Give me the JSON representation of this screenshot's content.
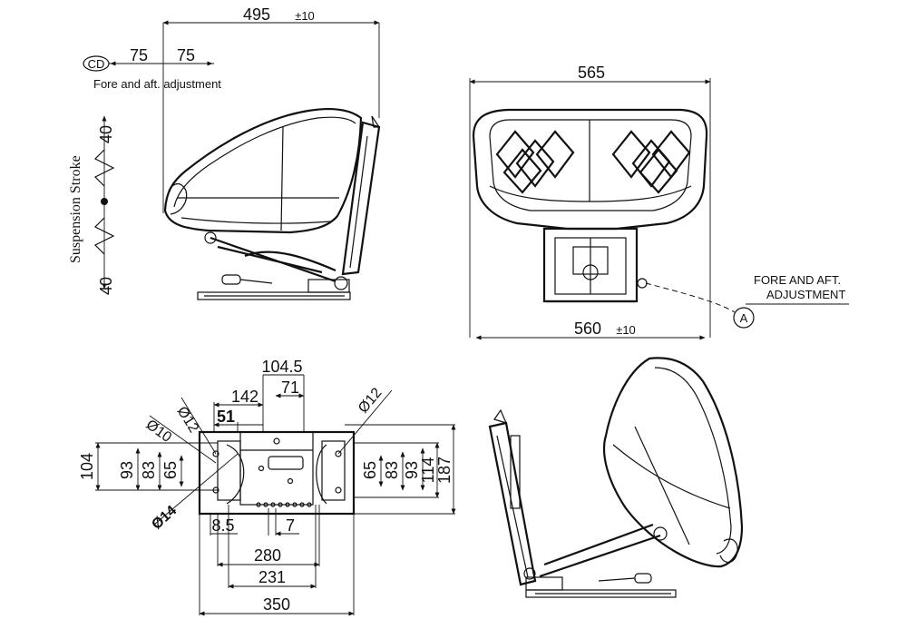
{
  "side_view": {
    "overall_length": "495",
    "overall_length_tol": "±10",
    "adjust_marker": "CD",
    "adjust_back": "75",
    "adjust_fwd": "75",
    "adjust_label": "Fore and aft. adjustment",
    "suspension_label": "Suspension Stroke",
    "stroke_up": "40",
    "stroke_down": "40"
  },
  "front_view": {
    "top_width": "565",
    "base_width": "560",
    "base_width_tol": "±10",
    "callout_line1": "FORE AND AFT.",
    "callout_line2": "ADJUSTMENT",
    "callout_marker": "A"
  },
  "plan_view": {
    "d_104_5": "104.5",
    "d_142": "142",
    "d_71": "71",
    "d_51": "51",
    "dia_12_left": "Ø12",
    "dia_12_right": "Ø12",
    "dia_10": "Ø10",
    "dia_14": "Ø14",
    "h_104": "104",
    "h_93_l": "93",
    "h_83_l": "83",
    "h_65_l": "65",
    "h_65_r": "65",
    "h_83_r": "83",
    "h_93_r": "93",
    "h_114": "114",
    "h_187": "187",
    "d_8_5": "8.5",
    "d_7": "7",
    "d_280": "280",
    "d_231": "231",
    "d_350": "350"
  }
}
